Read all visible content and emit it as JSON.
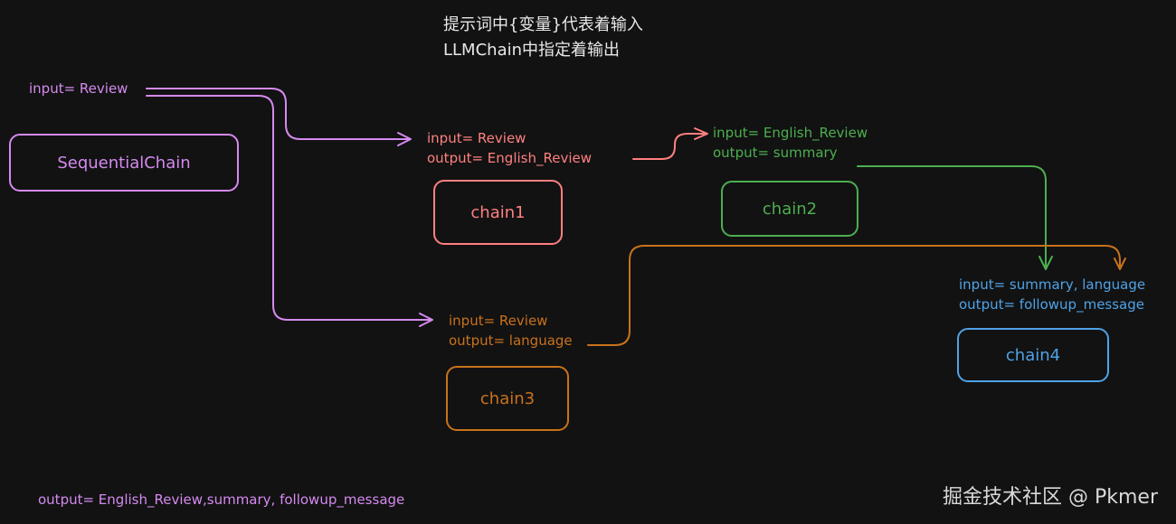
{
  "colors": {
    "purple": "#d58af0",
    "red": "#ff8080",
    "green": "#4caf50",
    "orange": "#c9721c",
    "blue": "#4ea3e8",
    "text_white": "#e8e8e8"
  },
  "notes": {
    "line1": "提示词中{变量}代表着输入",
    "line2": "LLMChain中指定着输出"
  },
  "sequential": {
    "input": "input= Review",
    "node": "SequentialChain",
    "output": "output= English_Review,summary, followup_message"
  },
  "chain1": {
    "input": "input= Review",
    "output": "output= English_Review",
    "node": "chain1"
  },
  "chain2": {
    "input": "input= English_Review",
    "output": "output= summary",
    "node": "chain2"
  },
  "chain3": {
    "input": "input= Review",
    "output": "output= language",
    "node": "chain3"
  },
  "chain4": {
    "input": "input= summary, language",
    "output": "output= followup_message",
    "node": "chain4"
  },
  "watermark": "掘金技术社区 @ Pkmer"
}
